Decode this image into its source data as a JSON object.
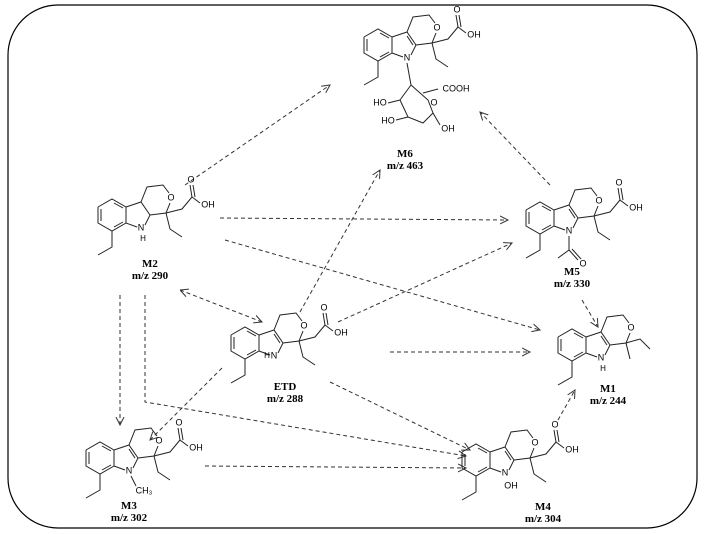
{
  "compounds": [
    {
      "id": "ETD",
      "name": "ETD",
      "mz": "m/z 288",
      "n_label": "N",
      "n_sub": "H"
    },
    {
      "id": "M1",
      "name": "M1",
      "mz": "m/z 244",
      "n_label": "N",
      "n_sub": "H"
    },
    {
      "id": "M2",
      "name": "M2",
      "mz": "m/z 290",
      "n_label": "N",
      "n_sub": "H"
    },
    {
      "id": "M3",
      "name": "M3",
      "mz": "m/z 302",
      "n_label": "N",
      "n_sub": "CH3"
    },
    {
      "id": "M4",
      "name": "M4",
      "mz": "m/z 304",
      "n_label": "N",
      "n_sub": "OH"
    },
    {
      "id": "M5",
      "name": "M5",
      "mz": "m/z 330",
      "n_label": "N",
      "n_sub": "acetyl"
    },
    {
      "id": "M6",
      "name": "M6",
      "mz": "m/z 463",
      "n_label": "N",
      "n_sub": "glucuronide"
    }
  ],
  "atoms": {
    "O": "O",
    "OH": "OH",
    "HO": "HO",
    "COOH": "COOH",
    "CH3": "CH₃",
    "H": "H"
  },
  "arrows": [
    {
      "from": "M2",
      "to": "M6"
    },
    {
      "from": "M2",
      "to": "M5"
    },
    {
      "from": "M2",
      "to": "M1"
    },
    {
      "from": "M2",
      "to": "ETD",
      "bidirectional": true
    },
    {
      "from": "M2",
      "to": "M3"
    },
    {
      "from": "M2",
      "to": "M4"
    },
    {
      "from": "ETD",
      "to": "M6"
    },
    {
      "from": "ETD",
      "to": "M5"
    },
    {
      "from": "ETD",
      "to": "M1"
    },
    {
      "from": "ETD",
      "to": "M4"
    },
    {
      "from": "ETD",
      "to": "M3"
    },
    {
      "from": "M3",
      "to": "M4"
    },
    {
      "from": "M4",
      "to": "M1"
    },
    {
      "from": "M5",
      "to": "M1"
    },
    {
      "from": "M5",
      "to": "M6"
    }
  ]
}
